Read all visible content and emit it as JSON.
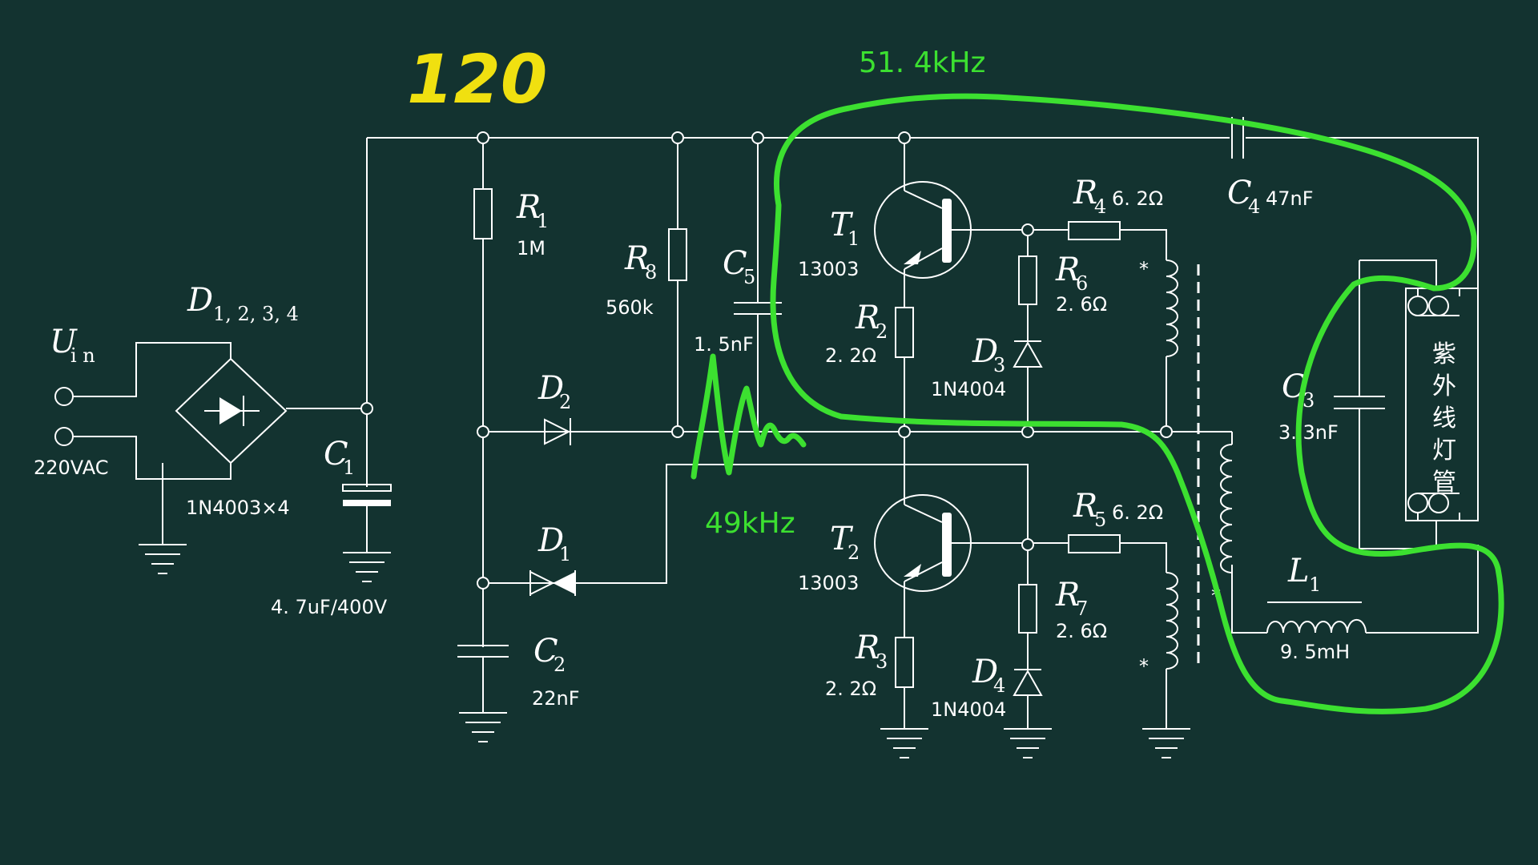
{
  "annotations": {
    "voltage_note": "120",
    "freq_top": "51. 4kHz",
    "freq_mid": "49kHz"
  },
  "input": {
    "symbol": "U",
    "subscript": "i n",
    "value": "220VAC"
  },
  "components": {
    "D1234": {
      "symbol": "D",
      "subscript": "1, 2, 3, 4",
      "value": "1N4003×4"
    },
    "C1": {
      "symbol": "C",
      "subscript": "1",
      "value": "4. 7uF/400V"
    },
    "R1": {
      "symbol": "R",
      "subscript": "1",
      "value": "1M"
    },
    "R8": {
      "symbol": "R",
      "subscript": "8",
      "value": "560k"
    },
    "C5": {
      "symbol": "C",
      "subscript": "5",
      "value": "1. 5nF"
    },
    "D2": {
      "symbol": "D",
      "subscript": "2",
      "value": ""
    },
    "D1": {
      "symbol": "D",
      "subscript": "1",
      "value": ""
    },
    "C2": {
      "symbol": "C",
      "subscript": "2",
      "value": "22nF"
    },
    "T1": {
      "symbol": "T",
      "subscript": "1",
      "value": "13003"
    },
    "T2": {
      "symbol": "T",
      "subscript": "2",
      "value": "13003"
    },
    "R2": {
      "symbol": "R",
      "subscript": "2",
      "value": "2. 2Ω"
    },
    "R3": {
      "symbol": "R",
      "subscript": "3",
      "value": "2. 2Ω"
    },
    "R4": {
      "symbol": "R",
      "subscript": "4",
      "value": "6. 2Ω"
    },
    "R5": {
      "symbol": "R",
      "subscript": "5",
      "value": "6. 2Ω"
    },
    "R6": {
      "symbol": "R",
      "subscript": "6",
      "value": "2. 6Ω"
    },
    "R7": {
      "symbol": "R",
      "subscript": "7",
      "value": "2. 6Ω"
    },
    "D3": {
      "symbol": "D",
      "subscript": "3",
      "value": "1N4004"
    },
    "D4": {
      "symbol": "D",
      "subscript": "4",
      "value": "1N4004"
    },
    "C4": {
      "symbol": "C",
      "subscript": "4",
      "value": "47nF"
    },
    "C3": {
      "symbol": "C",
      "subscript": "3",
      "value": "3. 3nF"
    },
    "L1": {
      "symbol": "L",
      "subscript": "1",
      "value": "9. 5mH"
    }
  },
  "lamp": {
    "chars": [
      "紫",
      "外",
      "线",
      "灯",
      "管"
    ]
  },
  "dot_marker": "*",
  "colors": {
    "background": "#133330",
    "wire": "#ffffff",
    "annotation_green": "#3ce030",
    "annotation_yellow": "#f0e010"
  }
}
